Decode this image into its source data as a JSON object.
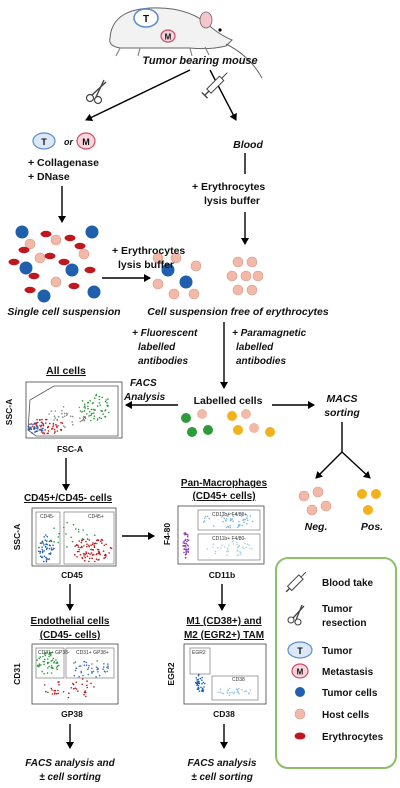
{
  "mouse": {
    "tumor_letter": "T",
    "metastasis_letter": "M",
    "label": "Tumor bearing mouse"
  },
  "left_branch": {
    "tumor_letter": "T",
    "or_text": "or",
    "metastasis_letter": "M",
    "line1": "+ Collagenase",
    "line2": "+ DNase"
  },
  "right_branch": {
    "label": "Blood",
    "line1": "+ Erythrocytes",
    "line2": "lysis buffer"
  },
  "middle_lysis": {
    "line1": "+ Erythrocytes",
    "line2": "lysis buffer"
  },
  "single_cell_label": "Single cell suspension",
  "free_label": "Cell suspension free of erythrocytes",
  "fluor_label": {
    "line1": "+ Fluorescent",
    "line2": "labelled",
    "line3": "antibodies"
  },
  "paramag_label": {
    "line1": "+ Paramagnetic",
    "line2": "labelled",
    "line3": "antibodies"
  },
  "facs_analysis": {
    "line1": "FACS",
    "line2": "Analysis"
  },
  "labelled_cells": "Labelled cells",
  "macs": {
    "line1": "MACS",
    "line2": "sorting",
    "neg": "Neg.",
    "pos": "Pos."
  },
  "plots": {
    "all_cells": {
      "title": "All cells",
      "xlabel": "FSC-A",
      "ylabel": "SSC-A"
    },
    "cd45": {
      "title": "CD45+/CD45- cells",
      "xlabel": "CD45",
      "ylabel": "SSC-A",
      "gate1": "CD45-",
      "gate2": "CD45+"
    },
    "pan_mac": {
      "title1": "Pan-Macrophages",
      "title2": "(CD45+ cells)",
      "xlabel": "CD11b",
      "ylabel": "F4-80",
      "gate1": "CD11b+ F4/80+",
      "gate2": "CD11b+ F4/80-"
    },
    "endo": {
      "title1": "Endothelial cells",
      "title2": "(CD45- cells)",
      "xlabel": "GP38",
      "ylabel": "CD31",
      "gate1": "CD31+ GP38-",
      "gate2": "CD31+ GP38+"
    },
    "m1m2": {
      "title1": "M1 (CD38+) and",
      "title2": "M2 (EGR2+) TAM",
      "xlabel": "CD38",
      "ylabel": "EGR2",
      "gate1": "EGR2",
      "gate2": "CD38"
    }
  },
  "bottom_left": {
    "line1": "FACS analysis and",
    "line2": "± cell sorting"
  },
  "bottom_right": {
    "line1": "FACS analysis",
    "line2": "± cell sorting"
  },
  "legend": {
    "blood_take": "Blood take",
    "tumor_resection_1": "Tumor",
    "tumor_resection_2": "resection",
    "tumor": "Tumor",
    "tumor_letter": "T",
    "metastasis": "Metastasis",
    "metastasis_letter": "M",
    "tumor_cells": "Tumor cells",
    "host_cells": "Host cells",
    "erythrocytes": "Erythrocytes"
  },
  "colors": {
    "tumor_cell": "#1f5fae",
    "host_cell": "#f2b8a8",
    "erythrocyte": "#c0161d",
    "green_cell": "#2e9b3a",
    "yellow_cell": "#f3b21b",
    "legend_border": "#8dc06b",
    "tumor_ring": "#5b8fcf",
    "metastasis_ring": "#d04b6a"
  }
}
